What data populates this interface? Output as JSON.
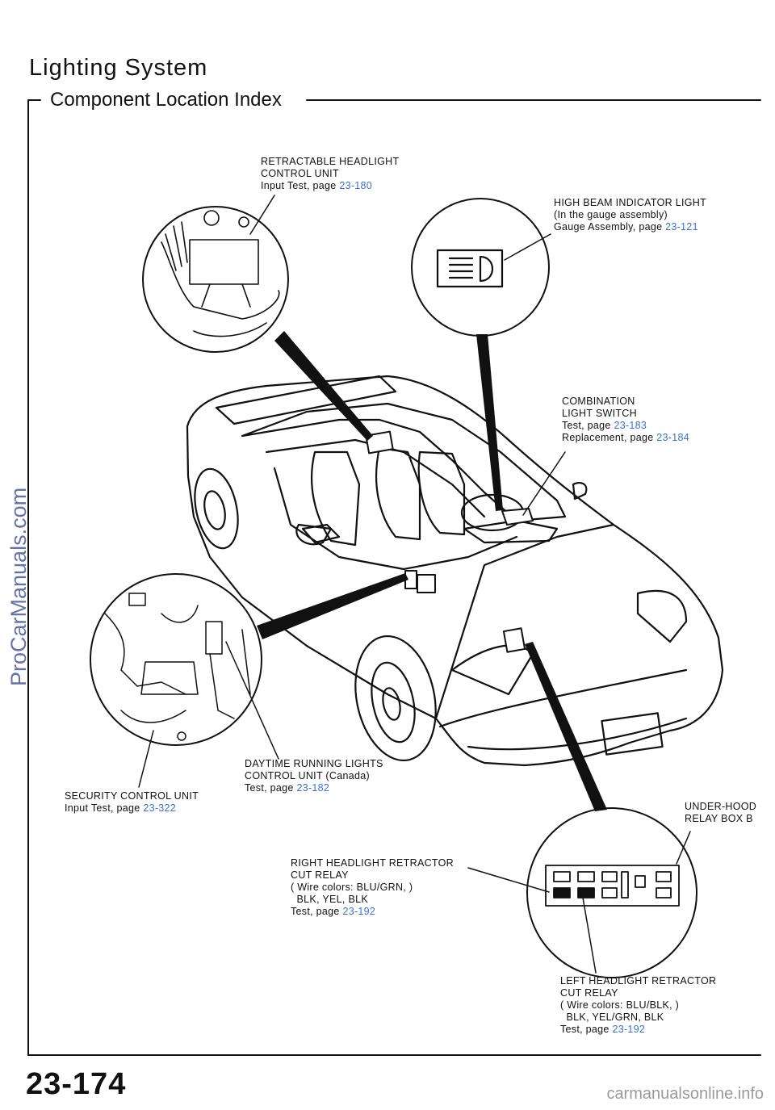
{
  "header": {
    "title": "Lighting System",
    "subtitle": "Component Location Index"
  },
  "callouts": {
    "retractable": {
      "line1": "RETRACTABLE HEADLIGHT",
      "line2": "CONTROL UNIT",
      "test_label": "Input Test, page ",
      "page": "23-180"
    },
    "high_beam": {
      "line1": "HIGH BEAM INDICATOR LIGHT",
      "line2": "(In the gauge assembly)",
      "test_label": "Gauge Assembly, page ",
      "page": "23-121"
    },
    "combination": {
      "line1": "COMBINATION",
      "line2": "LIGHT SWITCH",
      "test_label": "Test, page ",
      "page": "23-183",
      "replace_label": "Replacement, page ",
      "replace_page": "23-184"
    },
    "drl": {
      "line1": "DAYTIME RUNNING LIGHTS",
      "line2": "CONTROL UNIT (Canada)",
      "test_label": "Test, page ",
      "page": "23-182"
    },
    "security": {
      "line1": "SECURITY CONTROL UNIT",
      "test_label": "Input Test, page ",
      "page": "23-322"
    },
    "underhood": {
      "line1": "UNDER-HOOD",
      "line2": "RELAY BOX B"
    },
    "right_relay": {
      "line1": "RIGHT HEADLIGHT RETRACTOR",
      "line2": "CUT RELAY",
      "wire1": "Wire colors: BLU/GRN,",
      "wire2": "BLK, YEL, BLK",
      "test_label": "Test, page ",
      "page": "23-192"
    },
    "left_relay": {
      "line1": "LEFT HEADLIGHT RETRACTOR",
      "line2": "CUT RELAY",
      "wire1": "Wire colors: BLU/BLK,",
      "wire2": "BLK, YEL/GRN, BLK",
      "test_label": "Test, page ",
      "page": "23-192"
    }
  },
  "page_number": "23-174",
  "footer_site": "carmanualsonline.info",
  "watermark": "ProCarManuals.com",
  "colors": {
    "link": "#3b6fd0",
    "ink": "#111111",
    "footer": "#9a9a9a"
  }
}
